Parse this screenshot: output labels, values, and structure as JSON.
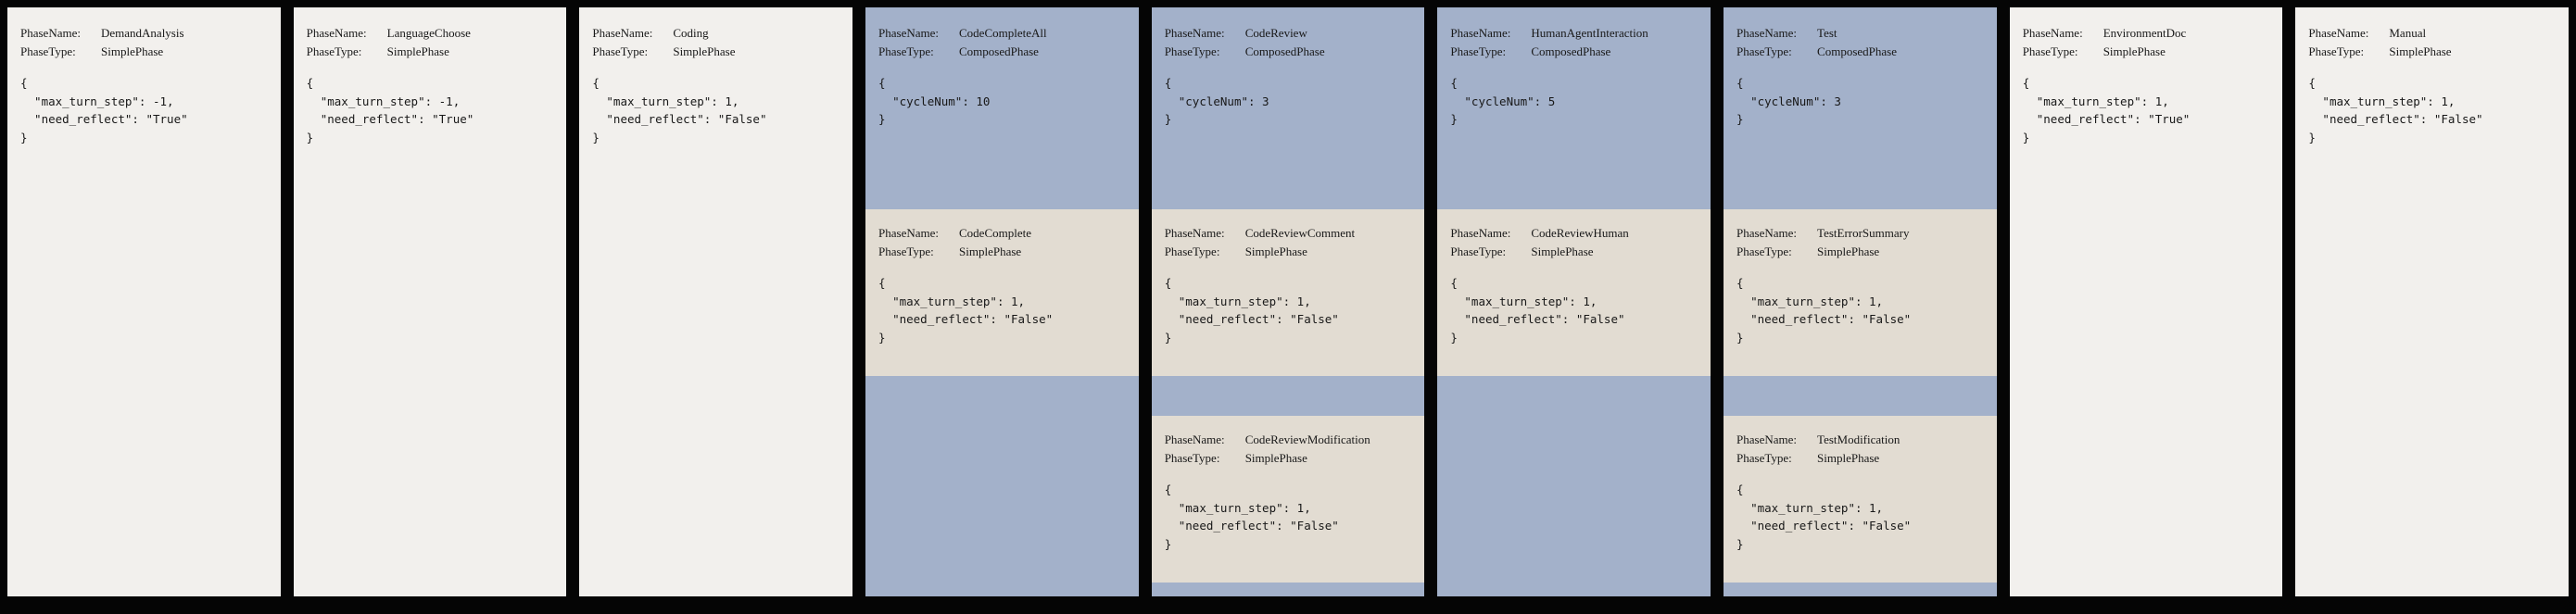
{
  "labels": {
    "phase_name": "PhaseName:",
    "phase_type": "PhaseType:"
  },
  "colors": {
    "background": "#050505",
    "simple_card": "#f2f0ed",
    "composed_card": "#a3b1ca",
    "sub_card": "#e2dcd2",
    "text": "#181818"
  },
  "columns": [
    {
      "kind": "simple",
      "name": "DemandAnalysis",
      "phase_type": "SimplePhase",
      "config": "{\n  \"max_turn_step\": -1,\n  \"need_reflect\": \"True\"\n}"
    },
    {
      "kind": "simple",
      "name": "LanguageChoose",
      "phase_type": "SimplePhase",
      "config": "{\n  \"max_turn_step\": -1,\n  \"need_reflect\": \"True\"\n}"
    },
    {
      "kind": "simple",
      "name": "Coding",
      "phase_type": "SimplePhase",
      "config": "{\n  \"max_turn_step\": 1,\n  \"need_reflect\": \"False\"\n}"
    },
    {
      "kind": "composed",
      "name": "CodeCompleteAll",
      "phase_type": "ComposedPhase",
      "config": "{\n  \"cycleNum\": 10\n}",
      "sub_phases": [
        {
          "name": "CodeComplete",
          "phase_type": "SimplePhase",
          "config": "{\n  \"max_turn_step\": 1,\n  \"need_reflect\": \"False\"\n}"
        }
      ]
    },
    {
      "kind": "composed",
      "name": "CodeReview",
      "phase_type": "ComposedPhase",
      "config": "{\n  \"cycleNum\": 3\n}",
      "sub_phases": [
        {
          "name": "CodeReviewComment",
          "phase_type": "SimplePhase",
          "config": "{\n  \"max_turn_step\": 1,\n  \"need_reflect\": \"False\"\n}"
        },
        {
          "name": "CodeReviewModification",
          "phase_type": "SimplePhase",
          "config": "{\n  \"max_turn_step\": 1,\n  \"need_reflect\": \"False\"\n}"
        }
      ]
    },
    {
      "kind": "composed",
      "name": "HumanAgentInteraction",
      "phase_type": "ComposedPhase",
      "config": "{\n  \"cycleNum\": 5\n}",
      "sub_phases": [
        {
          "name": "CodeReviewHuman",
          "phase_type": "SimplePhase",
          "config": "{\n  \"max_turn_step\": 1,\n  \"need_reflect\": \"False\"\n}"
        }
      ]
    },
    {
      "kind": "composed",
      "name": "Test",
      "phase_type": "ComposedPhase",
      "config": "{\n  \"cycleNum\": 3\n}",
      "sub_phases": [
        {
          "name": "TestErrorSummary",
          "phase_type": "SimplePhase",
          "config": "{\n  \"max_turn_step\": 1,\n  \"need_reflect\": \"False\"\n}"
        },
        {
          "name": "TestModification",
          "phase_type": "SimplePhase",
          "config": "{\n  \"max_turn_step\": 1,\n  \"need_reflect\": \"False\"\n}"
        }
      ]
    },
    {
      "kind": "simple",
      "name": "EnvironmentDoc",
      "phase_type": "SimplePhase",
      "config": "{\n  \"max_turn_step\": 1,\n  \"need_reflect\": \"True\"\n}"
    },
    {
      "kind": "simple",
      "name": "Manual",
      "phase_type": "SimplePhase",
      "config": "{\n  \"max_turn_step\": 1,\n  \"need_reflect\": \"False\"\n}"
    }
  ]
}
